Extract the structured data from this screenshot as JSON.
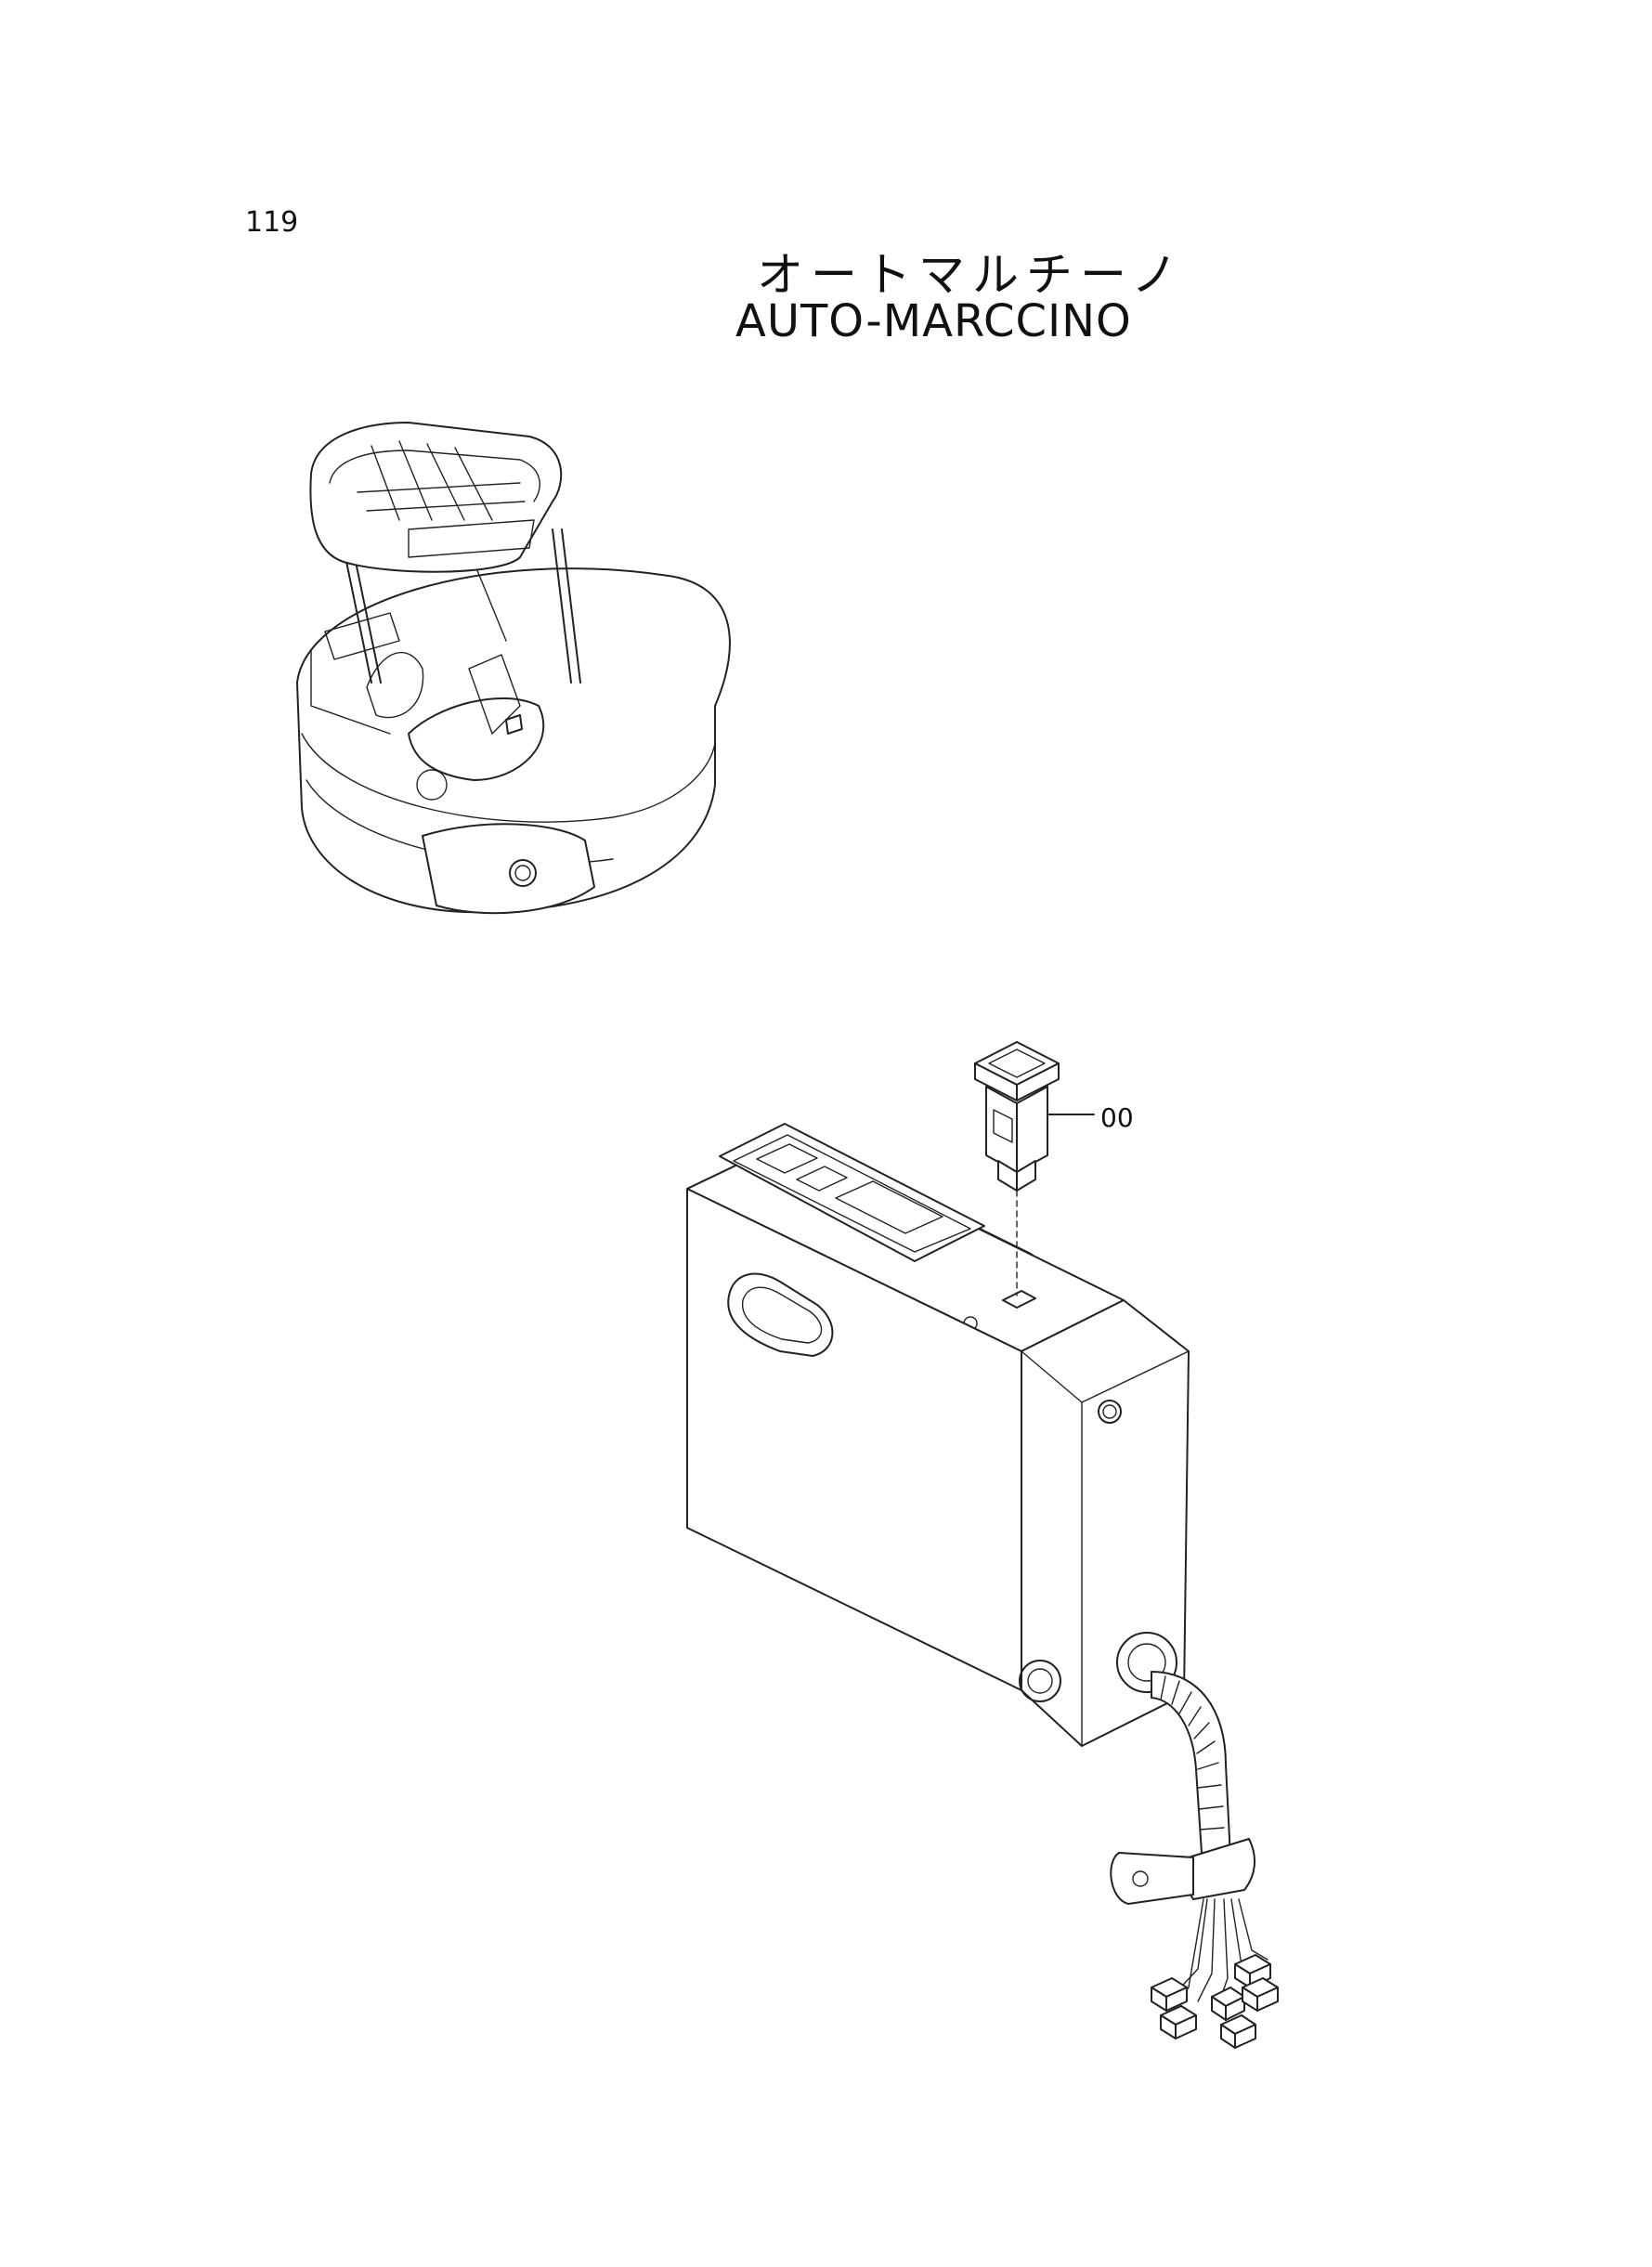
{
  "page": {
    "number": "119"
  },
  "title": {
    "japanese": "オートマルチーノ",
    "english": "AUTO-MARCCINO"
  },
  "callouts": [
    {
      "label": "00"
    }
  ]
}
